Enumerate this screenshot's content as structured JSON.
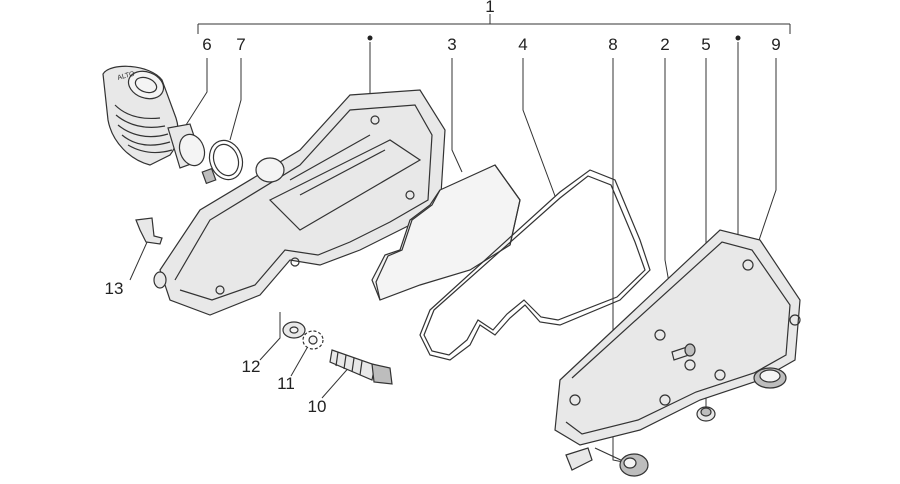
{
  "callouts": {
    "c1": "1",
    "c2": "2",
    "c3": "3",
    "c4": "4",
    "c5": "5",
    "c6": "6",
    "c7": "7",
    "c8": "8",
    "c9": "9",
    "c10": "10",
    "c11": "11",
    "c12": "12",
    "c13": "13"
  },
  "hose_marking": "ALTO"
}
